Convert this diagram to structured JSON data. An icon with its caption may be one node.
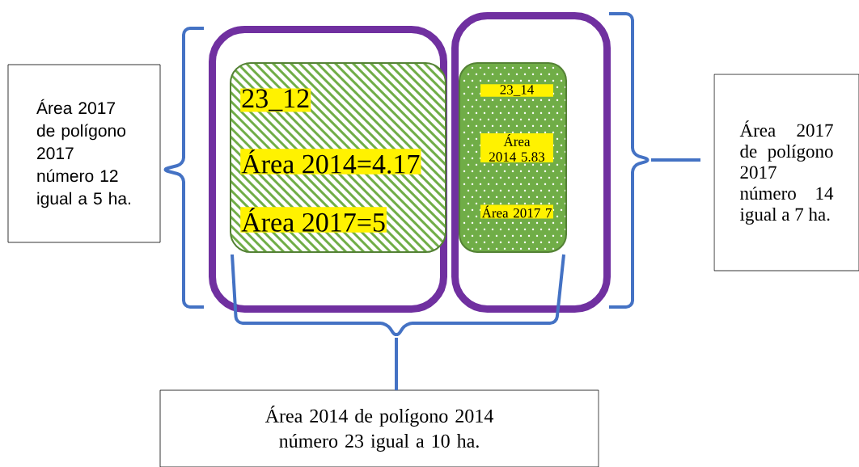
{
  "diagram": {
    "nodes": [
      {
        "text": [],
        "shape": "box"
      },
      {
        "text": [
          "23_12",
          "Área 2014=4.17",
          "Área 2017=5"
        ],
        "in": 0
      },
      {
        "text": [],
        "shape": "box"
      },
      {
        "text": [
          "23_14",
          "Área 2014 5.83",
          "Área 2017 7"
        ],
        "in": 2
      },
      {
        "text": [
          "Área 2017 de polígono 2017 número 12 igual a 5 ha."
        ]
      },
      {
        "text": [
          "Área 2017 de polígono 2017 número 14 igual a 7 ha."
        ]
      },
      {
        "text": [
          "Área 2014 de polígono 2014 número 23 igual a 10 ha."
        ]
      }
    ]
  }
}
